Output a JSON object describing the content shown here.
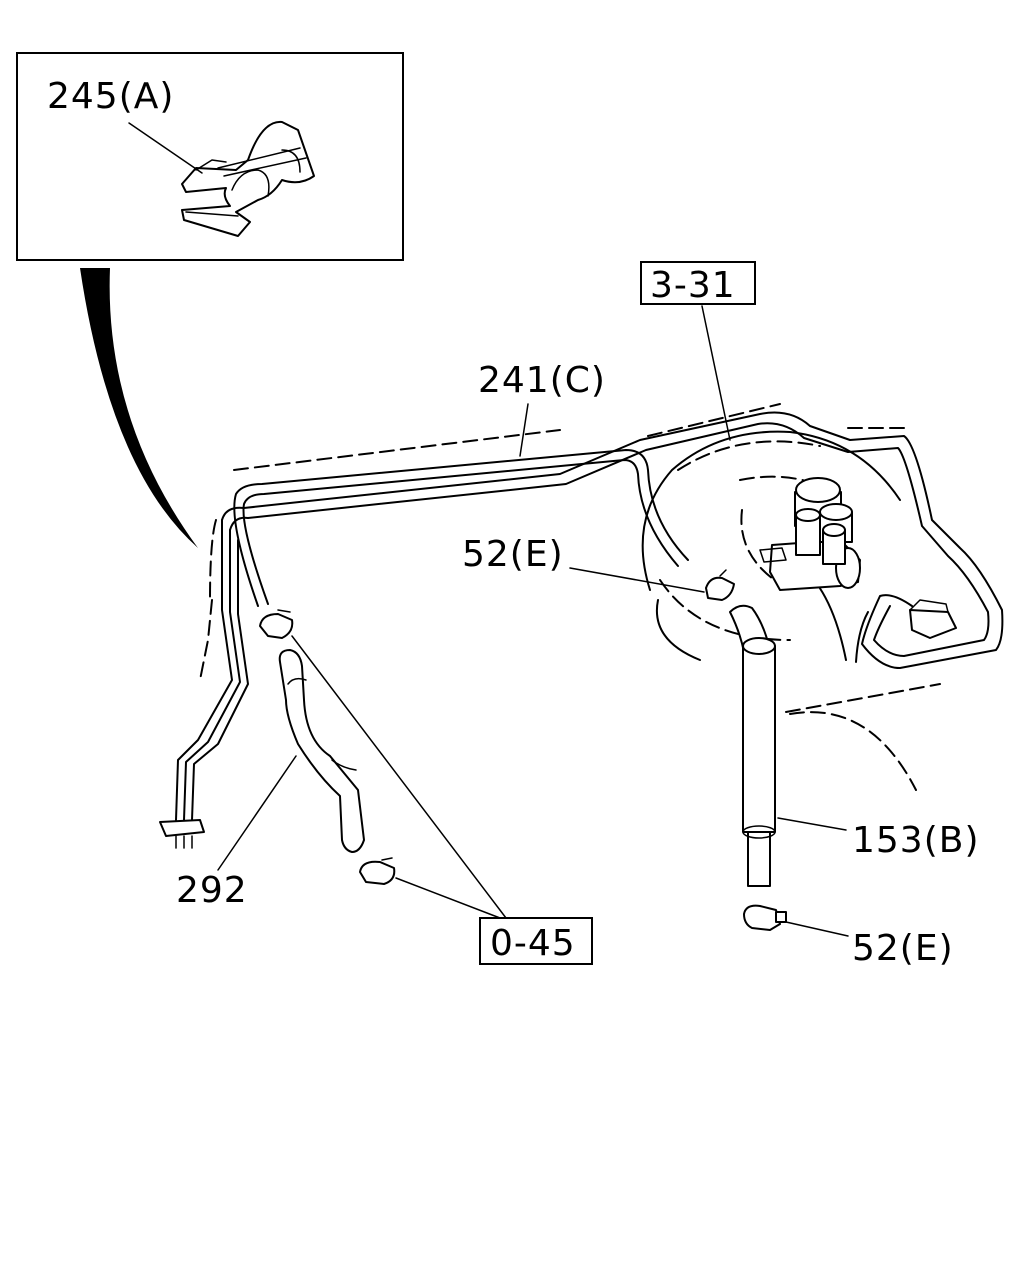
{
  "callouts": {
    "clip": "245(A)",
    "pipe": "241(C)",
    "ref_booster": "3-31",
    "clamp_upper": "52(E)",
    "hose_short": "292",
    "ref_clamp": "0-45",
    "hose_long": "153(B)",
    "clamp_lower": "52(E)"
  }
}
